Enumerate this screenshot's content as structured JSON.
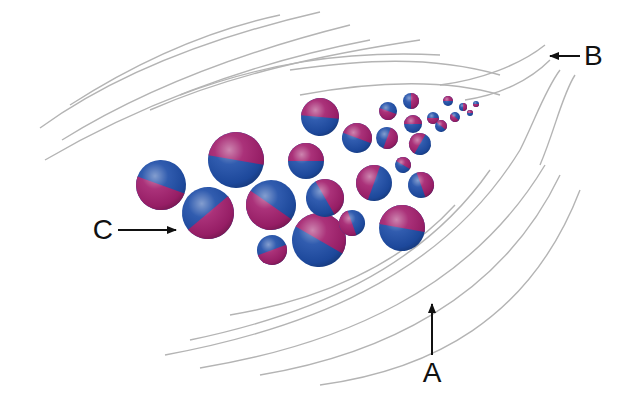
{
  "diagram": {
    "labels": [
      "B",
      "C",
      "A"
    ]
  }
}
